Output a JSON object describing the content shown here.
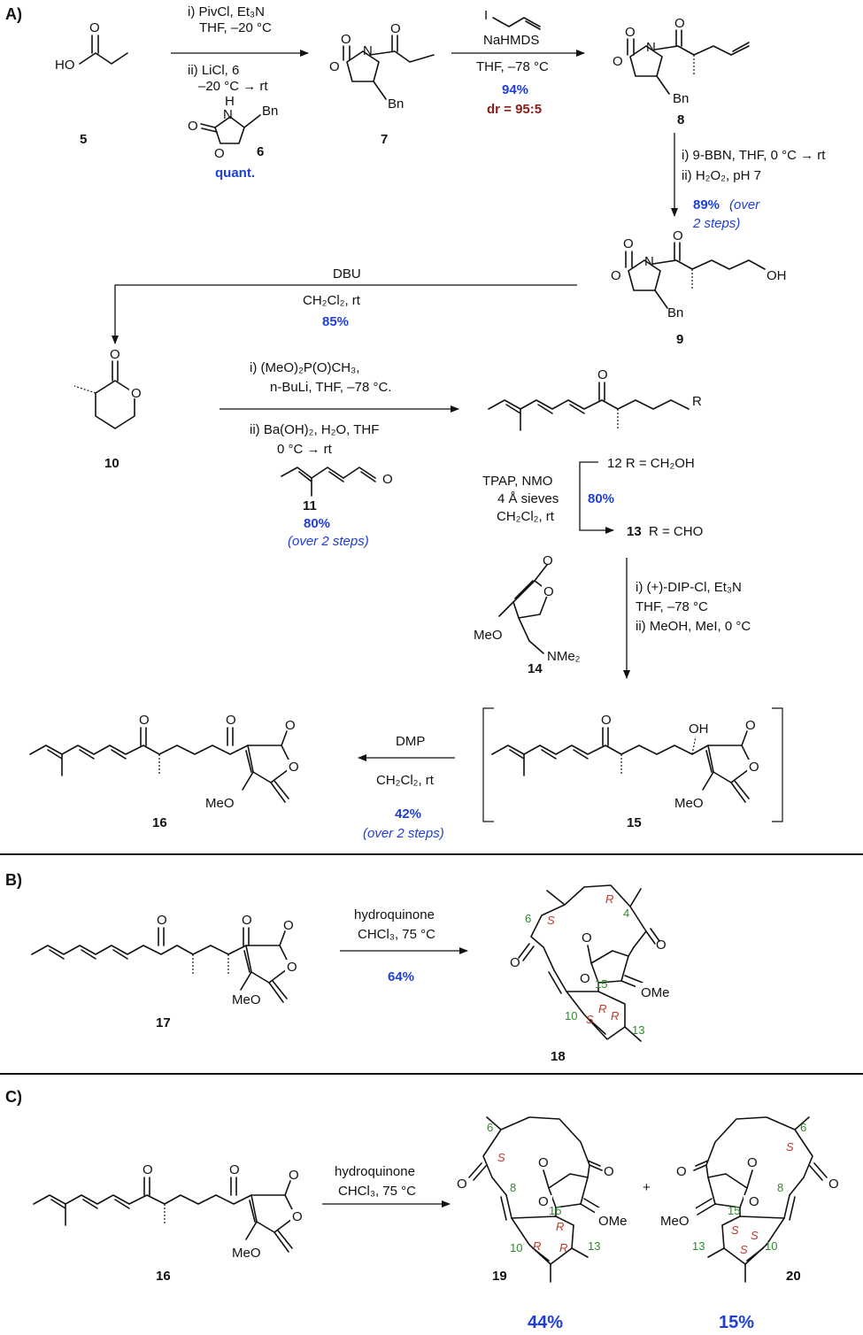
{
  "sections": {
    "a": "A)",
    "b": "B)",
    "c": "C)"
  },
  "compounds": {
    "c5": "5",
    "c6": "6",
    "c7": "7",
    "c8": "8",
    "c9": "9",
    "c10": "10",
    "c11": "11",
    "c12": "12 R = CH₂OH",
    "c13_num": "13",
    "c13_rest": "R = CHO",
    "c14": "14",
    "c15": "15",
    "c16": "16",
    "c17": "17",
    "c18": "18",
    "c19": "19",
    "c20": "20"
  },
  "atoms": {
    "HO": "HO",
    "O": "O",
    "N": "N",
    "H": "H",
    "Bn": "Bn",
    "OH": "OH",
    "R": "R",
    "MeO": "MeO",
    "NMe2": "NMe₂",
    "OMe": "OMe",
    "I": "I"
  },
  "step1": {
    "line1": "i) PivCl, Et₃N",
    "line2": "THF, –20 °C",
    "line3": "ii) LiCl, 6",
    "line4": "–20 °C → rt",
    "yield": "quant."
  },
  "step2": {
    "line1": "NaHMDS",
    "line2": "THF, –78 °C",
    "yield": "94%",
    "dr": "dr = 95:5"
  },
  "step3": {
    "line1": "i) 9-BBN, THF, 0 °C → rt",
    "line2": "ii) H₂O₂, pH 7",
    "yield": "89%",
    "note1": "(over",
    "note2": "2 steps)"
  },
  "step4": {
    "line1": "DBU",
    "line2": "CH₂Cl₂, rt",
    "yield": "85%"
  },
  "step5": {
    "line1": "i) (MeO)₂P(O)CH₃,",
    "line2": "n-BuLi, THF, –78 °C.",
    "line3": "ii) Ba(OH)₂, H₂O, THF",
    "line4": "0 °C → rt",
    "yield": "80%",
    "note": "(over 2 steps)"
  },
  "step6": {
    "line1": "TPAP, NMO",
    "line2": "4 Å sieves",
    "line3": "CH₂Cl₂, rt",
    "yield": "80%"
  },
  "step7": {
    "line1": "i) (+)-DIP-Cl, Et₃N",
    "line2": "THF, –78 °C",
    "line3": "ii) MeOH, MeI, 0 °C"
  },
  "step8": {
    "line1": "DMP",
    "line2": "CH₂Cl₂, rt",
    "yield": "42%",
    "note": "(over 2 steps)"
  },
  "stepB": {
    "line1": "hydroquinone",
    "line2": "CHCl₃, 75 °C",
    "yield": "64%"
  },
  "stepC": {
    "line1": "hydroquinone",
    "line2": "CHCl₃, 75 °C",
    "plus": "+",
    "yield19": "44%",
    "yield20": "15%"
  },
  "numbering": {
    "n4": "4",
    "n6": "6",
    "n8": "8",
    "n10": "10",
    "n13": "13",
    "n15": "15"
  },
  "config": {
    "R": "R",
    "S": "S"
  },
  "colors": {
    "yield": "#1f3fd8",
    "dr": "#8b1a1a",
    "numbering": "#2e8b2e",
    "configuration": "#c0392b"
  }
}
